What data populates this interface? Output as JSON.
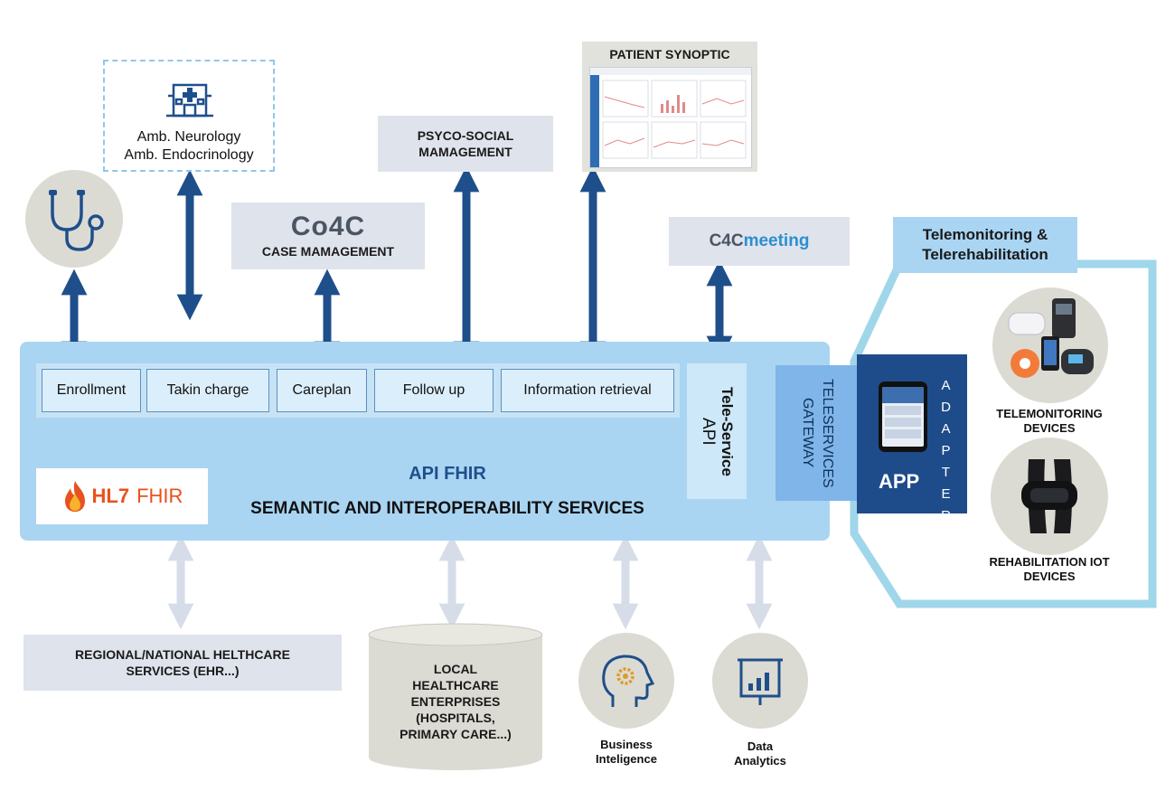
{
  "top": {
    "amb_line1": "Amb. Neurology",
    "amb_line2": "Amb. Endocrinology",
    "co4c_logo": "Co4C",
    "case_mgmt": "CASE MAMAGEMENT",
    "psyco_line1": "PSYCO-SOCIAL",
    "psyco_line2": "MAMAGEMENT",
    "synoptic_title": "PATIENT SYNOPTIC",
    "meeting_c4c": "C4C",
    "meeting_word": "meeting",
    "telemon_line1": "Telemonitoring &",
    "telemon_line2": "Telerehabilitation"
  },
  "modules": [
    "Enrollment",
    "Takin charge",
    "Careplan",
    "Follow up",
    "Information retrieval"
  ],
  "core": {
    "api_fhir": "API FHIR",
    "semantic": "SEMANTIC AND INTEROPERABILITY SERVICES",
    "hl7_logo": "HL7",
    "hl7_fhir": "FHIR",
    "teleservice_line1": "Tele-Service",
    "teleservice_line2": "API",
    "gateway_line1": "TELESERVICES",
    "gateway_line2": "GATEWAY",
    "app": "APP",
    "adapter": "ADAPTER"
  },
  "devices": {
    "telemon_line1": "TELEMONITORING",
    "telemon_line2": "DEVICES",
    "rehab_line1": "REHABILITATION IOT",
    "rehab_line2": "DEVICES"
  },
  "bottom": {
    "regional_line1": "REGIONAL/NATIONAL HELTHCARE",
    "regional_line2": "SERVICES (EHR...)",
    "local_lines": [
      "LOCAL",
      "HEALTHCARE",
      "ENTERPRISES",
      "(HOSPITALS,",
      "PRIMARY CARE...)"
    ],
    "bi_line1": "Business",
    "bi_line2": "Inteligence",
    "da_line1": "Data",
    "da_line2": "Analytics"
  },
  "colors": {
    "arrow_dark": "#1f4f8b",
    "arrow_light": "#d6dde9",
    "main_panel": "#a9d5f3",
    "app_panel": "#1e4c8a",
    "telemon_border": "#9fd6ea",
    "meeting_blue": "#2b8fd0"
  },
  "icons": {
    "stethoscope": "stethoscope-icon",
    "hospital": "hospital-icon",
    "head_gear": "head-gear-icon",
    "chart_board": "chart-board-icon",
    "flame": "flame-icon"
  }
}
